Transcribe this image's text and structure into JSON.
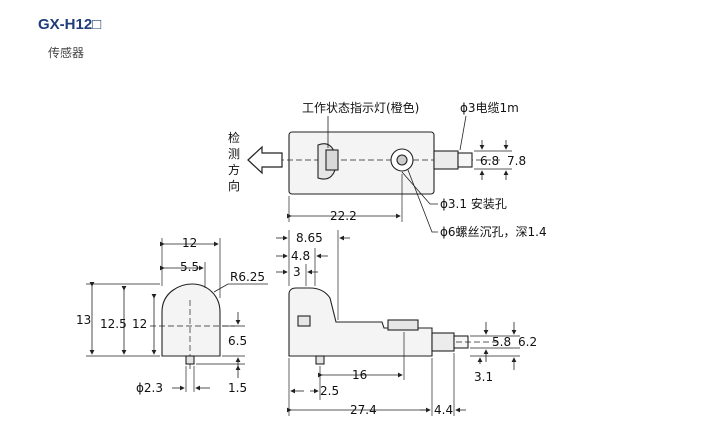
{
  "header": {
    "model": "GX-H12□",
    "subtitle": "传感器"
  },
  "labels": {
    "indicator": "工作状态指示灯(橙色)",
    "cable": "ϕ3电缆1m",
    "direction_chars": [
      "检",
      "测",
      "方",
      "向"
    ],
    "mount_hole": "ϕ3.1 安装孔",
    "screw_hole": "ϕ6螺丝沉孔，深1.4"
  },
  "dims": {
    "top_width": "22.2",
    "top_h1": "6.8",
    "top_h2": "7.8",
    "side_w1": "12",
    "side_w2": "5.5",
    "radius": "R6.25",
    "side_h1": "13",
    "side_h2": "12.5",
    "side_h3": "12",
    "side_h4": "6.5",
    "side_pin": "ϕ2.3",
    "side_pin_h": "1.5",
    "front_a": "8.65",
    "front_b": "4.8",
    "front_c": "3",
    "front_d": "16",
    "front_e": "2.5",
    "front_len": "27.4",
    "front_tail": "4.4",
    "front_h1": "5.8",
    "front_h2": "6.2",
    "front_h3": "3.1"
  },
  "colors": {
    "title": "#1f3d7a",
    "line": "#222222"
  }
}
